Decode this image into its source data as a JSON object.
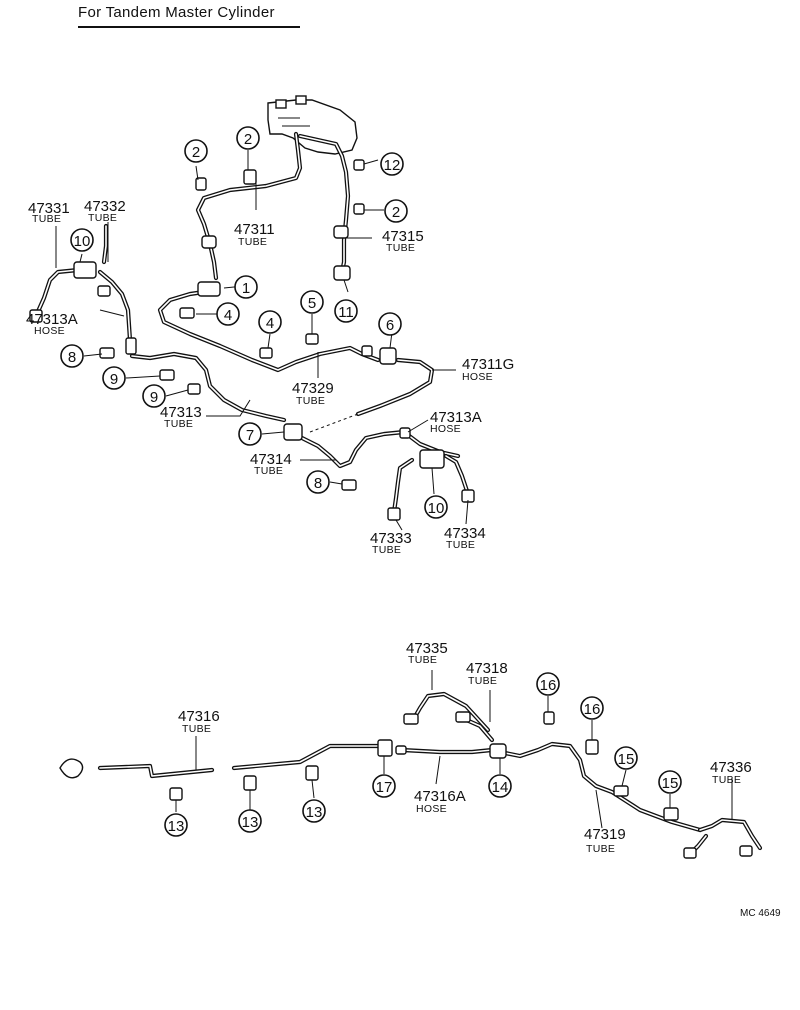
{
  "header": {
    "title": "For Tandem Master Cylinder"
  },
  "figure_ref": "MC 4649",
  "labels": {
    "l47331": {
      "code": "47331",
      "kind": "TUBE"
    },
    "l47332": {
      "code": "47332",
      "kind": "TUBE"
    },
    "l47313A_left": {
      "code": "47313A",
      "kind": "HOSE"
    },
    "l47311": {
      "code": "47311",
      "kind": "TUBE"
    },
    "l47315": {
      "code": "47315",
      "kind": "TUBE"
    },
    "l47311G": {
      "code": "47311G",
      "kind": "HOSE"
    },
    "l47329": {
      "code": "47329",
      "kind": "TUBE"
    },
    "l47313": {
      "code": "47313",
      "kind": "TUBE"
    },
    "l47313A_right": {
      "code": "47313A",
      "kind": "HOSE"
    },
    "l47314": {
      "code": "47314",
      "kind": "TUBE"
    },
    "l47333": {
      "code": "47333",
      "kind": "TUBE"
    },
    "l47334": {
      "code": "47334",
      "kind": "TUBE"
    },
    "l47335": {
      "code": "47335",
      "kind": "TUBE"
    },
    "l47318": {
      "code": "47318",
      "kind": "TUBE"
    },
    "l47316": {
      "code": "47316",
      "kind": "TUBE"
    },
    "l47316A": {
      "code": "47316A",
      "kind": "HOSE"
    },
    "l47319": {
      "code": "47319",
      "kind": "TUBE"
    },
    "l47336": {
      "code": "47336",
      "kind": "TUBE"
    }
  },
  "callouts": {
    "c2a": "2",
    "c2b": "2",
    "c12": "12",
    "c2c": "2",
    "c10a": "10",
    "c1": "1",
    "c4a": "4",
    "c5": "5",
    "c11": "11",
    "c4b": "4",
    "c6": "6",
    "c8a": "8",
    "c9a": "9",
    "c9b": "9",
    "c7": "7",
    "c8b": "8",
    "c10b": "10",
    "c16a": "16",
    "c16b": "16",
    "c15a": "15",
    "c15b": "15",
    "c17": "17",
    "c14": "14",
    "c13a": "13",
    "c13b": "13",
    "c13c": "13"
  }
}
